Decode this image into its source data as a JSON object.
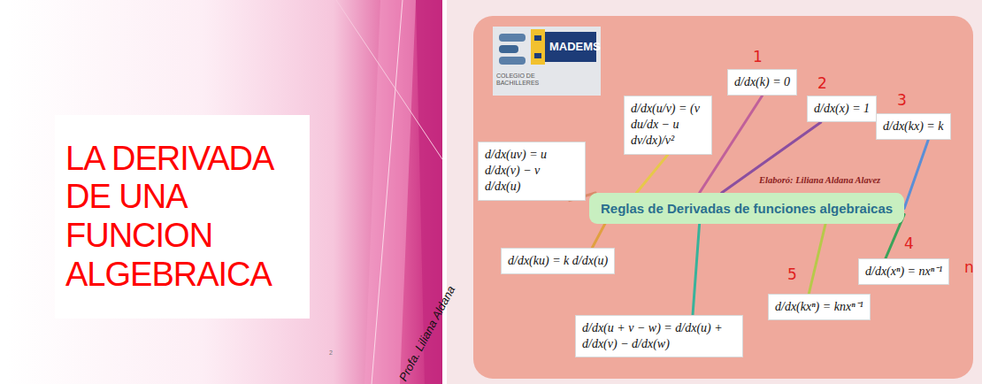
{
  "diagram": {
    "nodes": [
      {
        "text": [
          "LA DERIVADA DE UNA FUNCION ALGEBRAICA"
        ]
      },
      {
        "text": [
          "Reglas de Derivadas de funciones algebraicas"
        ]
      },
      {
        "text": [
          "d/dx(k) = 0"
        ]
      },
      {
        "text": [
          "d/dx(x) = 1"
        ]
      },
      {
        "text": [
          "d/dx(kx) = k"
        ]
      },
      {
        "text": [
          "d/dx(xⁿ) = nxⁿ⁻¹"
        ]
      },
      {
        "text": [
          "d/dx(kxⁿ) = knxⁿ⁻¹"
        ]
      },
      {
        "text": [
          "d/dx(u + v − w) = d/dx(u) + d/dx(v) − d/dx(w)"
        ]
      },
      {
        "text": [
          "d/dx(ku) = k d/dx(u)"
        ]
      },
      {
        "text": [
          "d/dx(uv) = u d/dx(v) − v d/dx(u)"
        ]
      },
      {
        "text": [
          "d/dx(u/v) = (v du/dx − u dv/dx)/v²"
        ]
      }
    ],
    "edges": [
      {
        "from": 1,
        "to": 2,
        "arrow": "none"
      },
      {
        "from": 1,
        "to": 3,
        "arrow": "none"
      },
      {
        "from": 1,
        "to": 4,
        "arrow": "none"
      },
      {
        "from": 1,
        "to": 5,
        "arrow": "none"
      },
      {
        "from": 1,
        "to": 6,
        "arrow": "none"
      },
      {
        "from": 1,
        "to": 7,
        "arrow": "none"
      },
      {
        "from": 1,
        "to": 8,
        "arrow": "none"
      },
      {
        "from": 1,
        "to": 9,
        "arrow": "none"
      },
      {
        "from": 1,
        "to": 10,
        "arrow": "none"
      }
    ],
    "labels": [
      "2",
      "Profa. Liliana Aldana",
      "COLEGIO DE BACHILLERES",
      "MADEMS",
      "Elaboró: Liliana Aldana Alavez",
      "1",
      "2",
      "3",
      "4",
      "5",
      "n"
    ]
  }
}
